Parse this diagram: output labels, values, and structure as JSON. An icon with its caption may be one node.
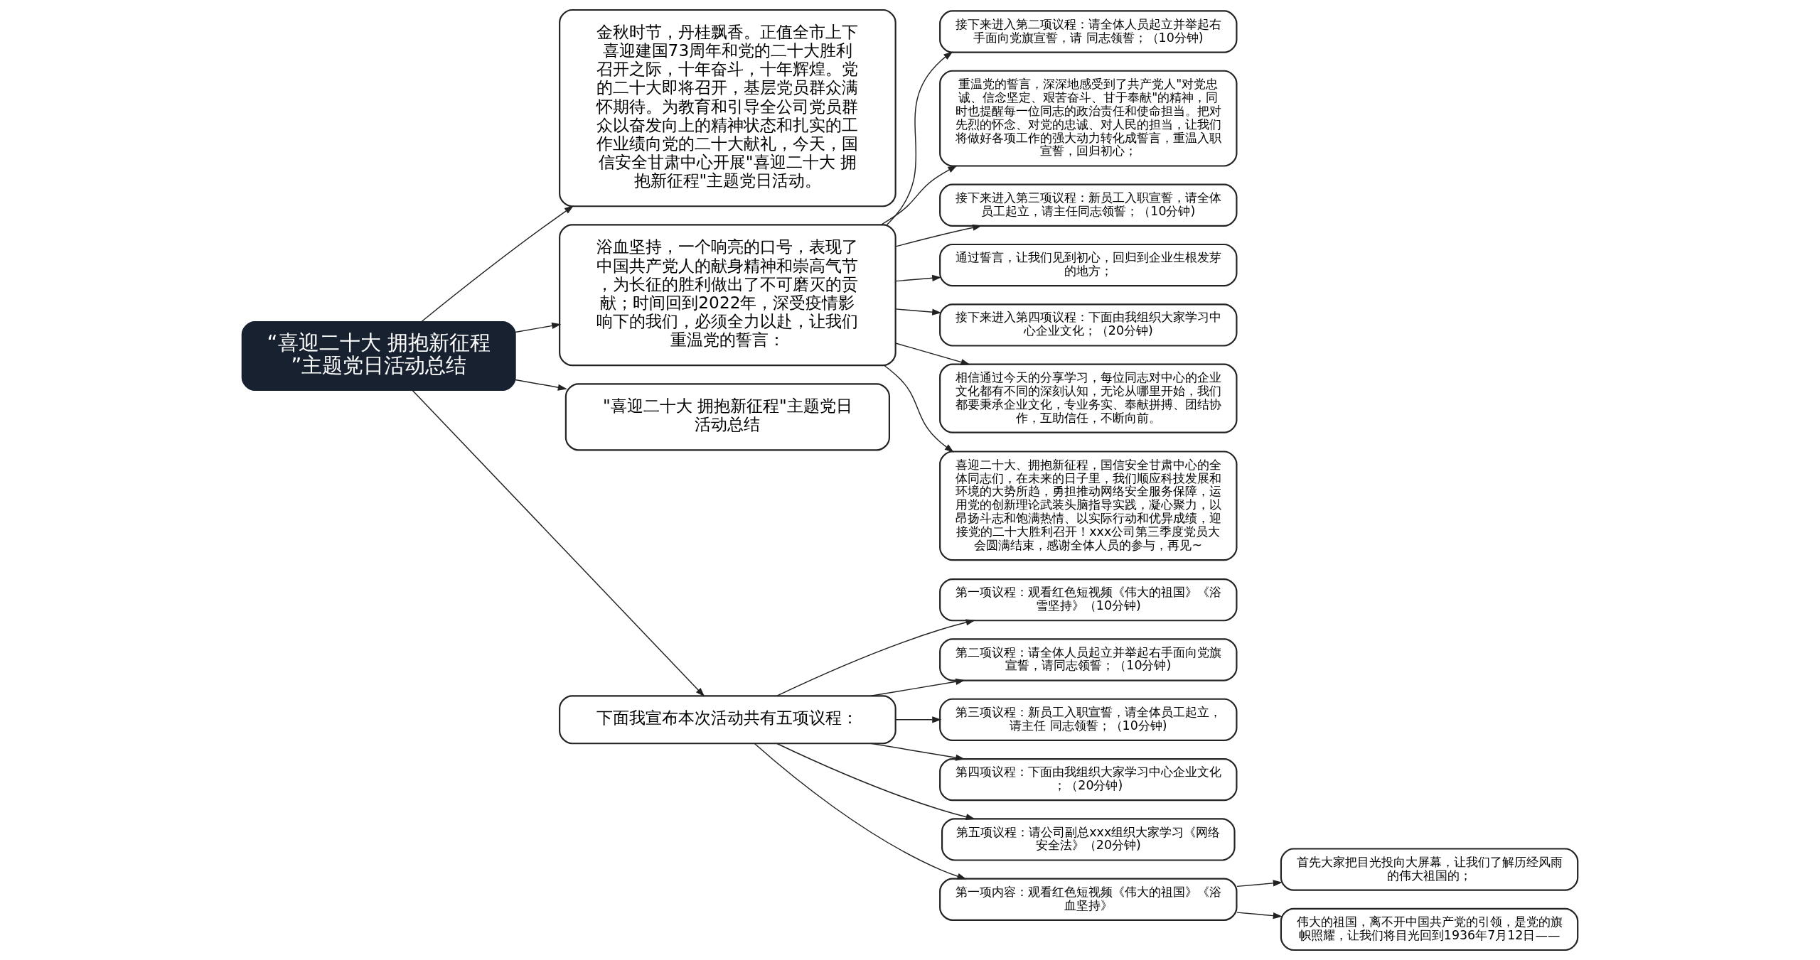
{
  "diagram": {
    "nodes": [
      {
        "text": [
          "“喜迎二十大 拥抱新征程”主题党日活动总结"
        ]
      },
      {
        "text": [
          "金秋时节，丹桂飘香。正值全市上下喜迎建国73周年和党的二十大胜利召开之际，十年奋斗，十年辉煌。党的二十大即将召开，基层党员群众满怀期待。为教育和引导全公司党员群众以奋发向上的精神状态和扎实的工作业绩向党的二十大献礼，今天，国信安全甘肃中心开展\"喜迎二十大 拥抱新征程\"主题党日活动。"
        ]
      },
      {
        "text": [
          "浴血坚持，一个响亮的口号，表现了中国共产党人的献身精神和崇高气节，为长征的胜利做出了不可磨灭的贡献；时间回到2022年，深受疫情影响下的我们，必须全力以赴，让我们重温党的誓言："
        ]
      },
      {
        "text": [
          "接下来进入第二项议程：请全体人员起立并举起右手面向党旗宣誓，请 同志领誓；（10分钟)"
        ]
      },
      {
        "text": [
          "重温党的誓言，深深地感受到了共产党人\"对党忠诚、信念坚定、艰苦奋斗、甘于奉献\"的精神，同时也提醒每一位同志的政治责任和使命担当。把对先烈的怀念、对党的忠诚、对人民的担当，让我们将做好各项工作的强大动力转化成誓言，重温入职宣誓，回归初心；"
        ]
      },
      {
        "text": [
          "接下来进入第三项议程：新员工入职宣誓，请全体员工起立，请主任同志领誓；（10分钟)"
        ]
      },
      {
        "text": [
          "通过誓言，让我们见到初心，回归到企业生根发芽的地方；"
        ]
      },
      {
        "text": [
          "接下来进入第四项议程：下面由我组织大家学习中心企业文化；（20分钟)"
        ]
      },
      {
        "text": [
          "相信通过今天的分享学习，每位同志对中心的企业文化都有不同的深刻认知，无论从哪里开始，我们都要秉承企业文化，专业务实、奉献拼搏、团结协作，互助信任，不断向前。"
        ]
      },
      {
        "text": [
          "喜迎二十大、拥抱新征程，国信安全甘肃中心的全体同志们，在未来的日子里，我们顺应科技发展和环境的大势所趋，勇担推动网络安全服务保障，运用党的创新理论武装头脑指导实践，凝心聚力，以昂扬斗志和饱满热情、以实际行动和优异成绩，迎接党的二十大胜利召开！xxx公司第三季度党员大会圆满结束，感谢全体人员的参与，再见~"
        ]
      },
      {
        "text": [
          "\"喜迎二十大 拥抱新征程\"主题党日活动总结"
        ]
      },
      {
        "text": [
          "下面我宣布本次活动共有五项议程："
        ]
      },
      {
        "text": [
          "第一项议程：观看红色短视频《伟大的祖国》《浴雪坚持》（10分钟)"
        ]
      },
      {
        "text": [
          "第二项议程：请全体人员起立并举起右手面向党旗宣誓，请同志领誓；（10分钟)"
        ]
      },
      {
        "text": [
          "第三项议程：新员工入职宣誓，请全体员工起立，请主任 同志领誓；（10分钟)"
        ]
      },
      {
        "text": [
          "第四项议程：下面由我组织大家学习中心企业文化；（20分钟)"
        ]
      },
      {
        "text": [
          "第五项议程：请公司副总xxx组织大家学习《网络安全法》（20分钟)"
        ]
      },
      {
        "text": [
          "第一项内容：观看红色短视频《伟大的祖国》《浴血坚持》"
        ]
      },
      {
        "text": [
          "首先大家把目光投向大屏幕，让我们了解历经风雨的伟大祖国的；"
        ]
      },
      {
        "text": [
          "伟大的祖国，离不开中国共产党的引领，是党的旗帜照耀，让我们将目光回到1936年7月12日——"
        ]
      }
    ],
    "edges": [
      {
        "from": 0,
        "to": 1,
        "arrow": "to"
      },
      {
        "from": 0,
        "to": 2,
        "arrow": "to"
      },
      {
        "from": 2,
        "to": 3,
        "arrow": "to"
      },
      {
        "from": 2,
        "to": 4,
        "arrow": "to"
      },
      {
        "from": 2,
        "to": 5,
        "arrow": "to"
      },
      {
        "from": 2,
        "to": 6,
        "arrow": "to"
      },
      {
        "from": 2,
        "to": 7,
        "arrow": "to"
      },
      {
        "from": 2,
        "to": 8,
        "arrow": "to"
      },
      {
        "from": 2,
        "to": 9,
        "arrow": "to"
      },
      {
        "from": 0,
        "to": 10,
        "arrow": "to"
      },
      {
        "from": 0,
        "to": 11,
        "arrow": "to"
      },
      {
        "from": 11,
        "to": 12,
        "arrow": "to"
      },
      {
        "from": 11,
        "to": 13,
        "arrow": "to"
      },
      {
        "from": 11,
        "to": 14,
        "arrow": "to"
      },
      {
        "from": 11,
        "to": 15,
        "arrow": "to"
      },
      {
        "from": 11,
        "to": 16,
        "arrow": "to"
      },
      {
        "from": 11,
        "to": 17,
        "arrow": "to"
      },
      {
        "from": 17,
        "to": 18,
        "arrow": "to"
      },
      {
        "from": 17,
        "to": 19,
        "arrow": "to"
      }
    ]
  }
}
